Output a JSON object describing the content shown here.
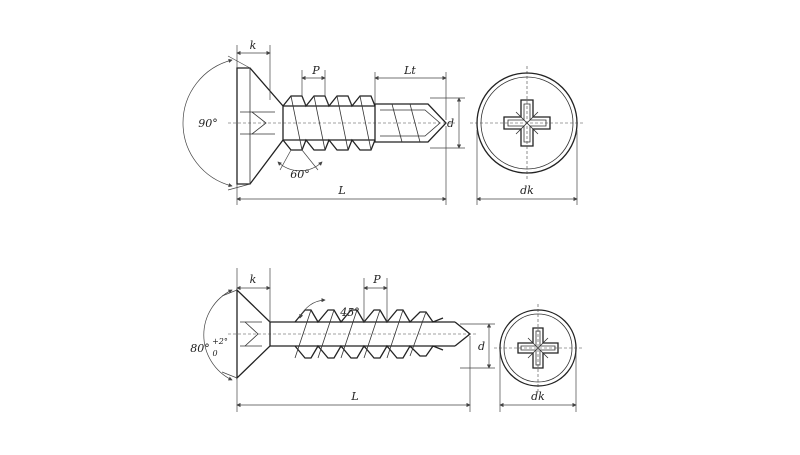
{
  "screw_1": {
    "label_k": "k",
    "label_p": "P",
    "label_lt": "Lt",
    "label_d": "d",
    "label_l": "L",
    "label_dk": "dk",
    "head_angle": "90°",
    "thread_angle": "60°"
  },
  "screw_2": {
    "label_k": "k",
    "label_p": "P",
    "label_d": "d",
    "label_l": "L",
    "label_dk": "dk",
    "head_angle": "80°",
    "head_angle_tol_upper": "+2°",
    "head_angle_tol_lower": "0",
    "thread_angle": "45°"
  }
}
